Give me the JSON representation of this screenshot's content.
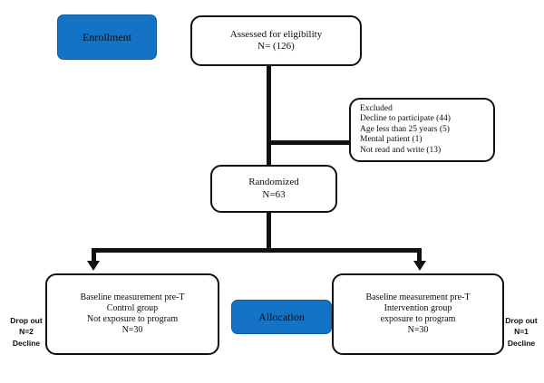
{
  "diagram": {
    "title": "CONSORT participant flow diagram",
    "accent_color": "#1473C4",
    "line_color": "#111111",
    "background_color": "#FFFFFF"
  },
  "stages": {
    "enrollment": {
      "label": "Enrollment"
    },
    "allocation": {
      "label": "Allocation"
    }
  },
  "nodes": {
    "assessed": {
      "line1": "Assessed for eligibility",
      "line2": "N= (126)"
    },
    "excluded": {
      "line1": "Excluded",
      "line2": "Decline to participate (44)",
      "line3": "Age less than 25 years (5)",
      "line4": "Mental patient            (1)",
      "line5": "Not read and write    (13)"
    },
    "randomized": {
      "line1": "Randomized",
      "line2": "N=63"
    },
    "control": {
      "line1": "Baseline measurement pre-T",
      "line2": "Control group",
      "line3": "Not exposure to program",
      "line4": "N=30"
    },
    "intervention": {
      "line1": "Baseline measurement pre-T",
      "line2": "Intervention group",
      "line3": "exposure to program",
      "line4": "N=30"
    }
  },
  "dropouts": {
    "control": {
      "line1": "Drop out",
      "line2": "N=2",
      "line3": "Decline"
    },
    "intervention": {
      "line1": "Drop out",
      "line2": "N=1",
      "line3": "Decline"
    }
  }
}
